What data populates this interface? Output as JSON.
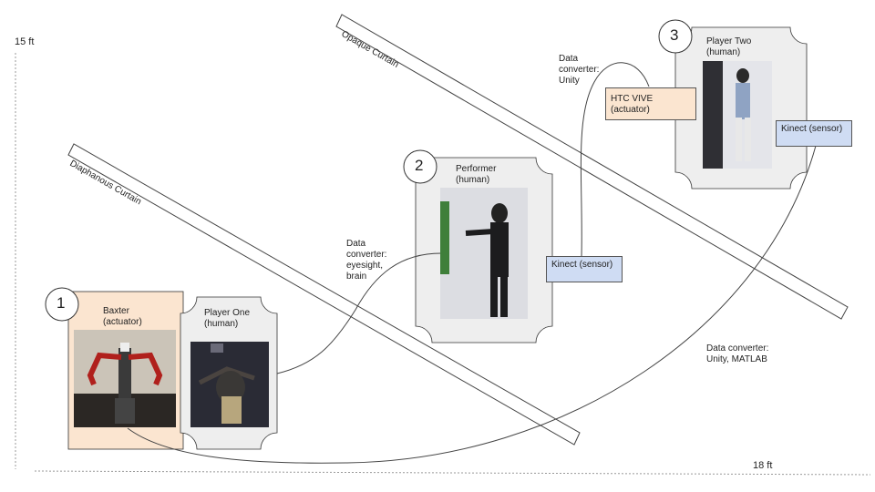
{
  "dimensions": {
    "height_label": "15 ft",
    "width_label": "18 ft"
  },
  "curtains": {
    "diaphanous": "Diaphanous Curtain",
    "opaque": "Opaque Curtain"
  },
  "stations": {
    "station1": {
      "number": "1"
    },
    "station2": {
      "number": "2"
    },
    "station3": {
      "number": "3"
    }
  },
  "cards": {
    "baxter": {
      "label": "Baxter\n(actuator)",
      "fill": "#fbe5d0"
    },
    "player_one": {
      "label": "Player One\n(human)",
      "fill": "#eeeeee"
    },
    "performer": {
      "label": "Performer\n(human)",
      "fill": "#eeeeee"
    },
    "player_two": {
      "label": "Player Two\n(human)",
      "fill": "#eeeeee"
    }
  },
  "devices": {
    "kinect_performer": {
      "label": "Kinect\n(sensor)",
      "fill": "#cfdcf3"
    },
    "kinect_player_two": {
      "label": "Kinect\n(sensor)",
      "fill": "#cfdcf3"
    },
    "htc_vive": {
      "label": "HTC VIVE\n(actuator)",
      "fill": "#fbe5d0"
    }
  },
  "converters": {
    "eyesight_brain": "Data\nconverter:\neyesight,\nbrain",
    "unity": "Data\nconverter:\nUnity",
    "unity_matlab": "Data converter:\nUnity, MATLAB"
  }
}
